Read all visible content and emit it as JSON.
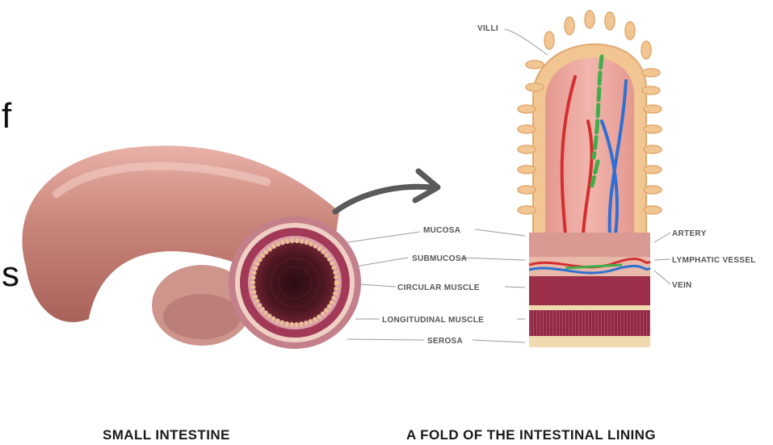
{
  "edge_glyphs": {
    "top": "f",
    "bottom": "s"
  },
  "labels": {
    "villi": "VILLI",
    "mucosa": "MUCOSA",
    "submucosa": "SUBMUCOSA",
    "circular_muscle": "CIRCULAR MUSCLE",
    "longitudinal_muscle": "LONGITUDINAL MUSCLE",
    "serosa": "SEROSA",
    "artery": "ARTERY",
    "lymphatic_vessel": "LYMPHATIC VESSEL",
    "vein": "VEIN"
  },
  "captions": {
    "left": "SMALL INTESTINE",
    "right": "A FOLD OF THE INTESTINAL LINING"
  },
  "colors": {
    "tissue_pink": "#d99a94",
    "villus_fill": "#e9a7a0",
    "villus_edge": "#f2c692",
    "artery": "#d32f2f",
    "vein": "#2f6fd3",
    "lymphatic": "#3fae4a",
    "muscle": "#9b2f4a",
    "serosa": "#f1d9b0"
  }
}
